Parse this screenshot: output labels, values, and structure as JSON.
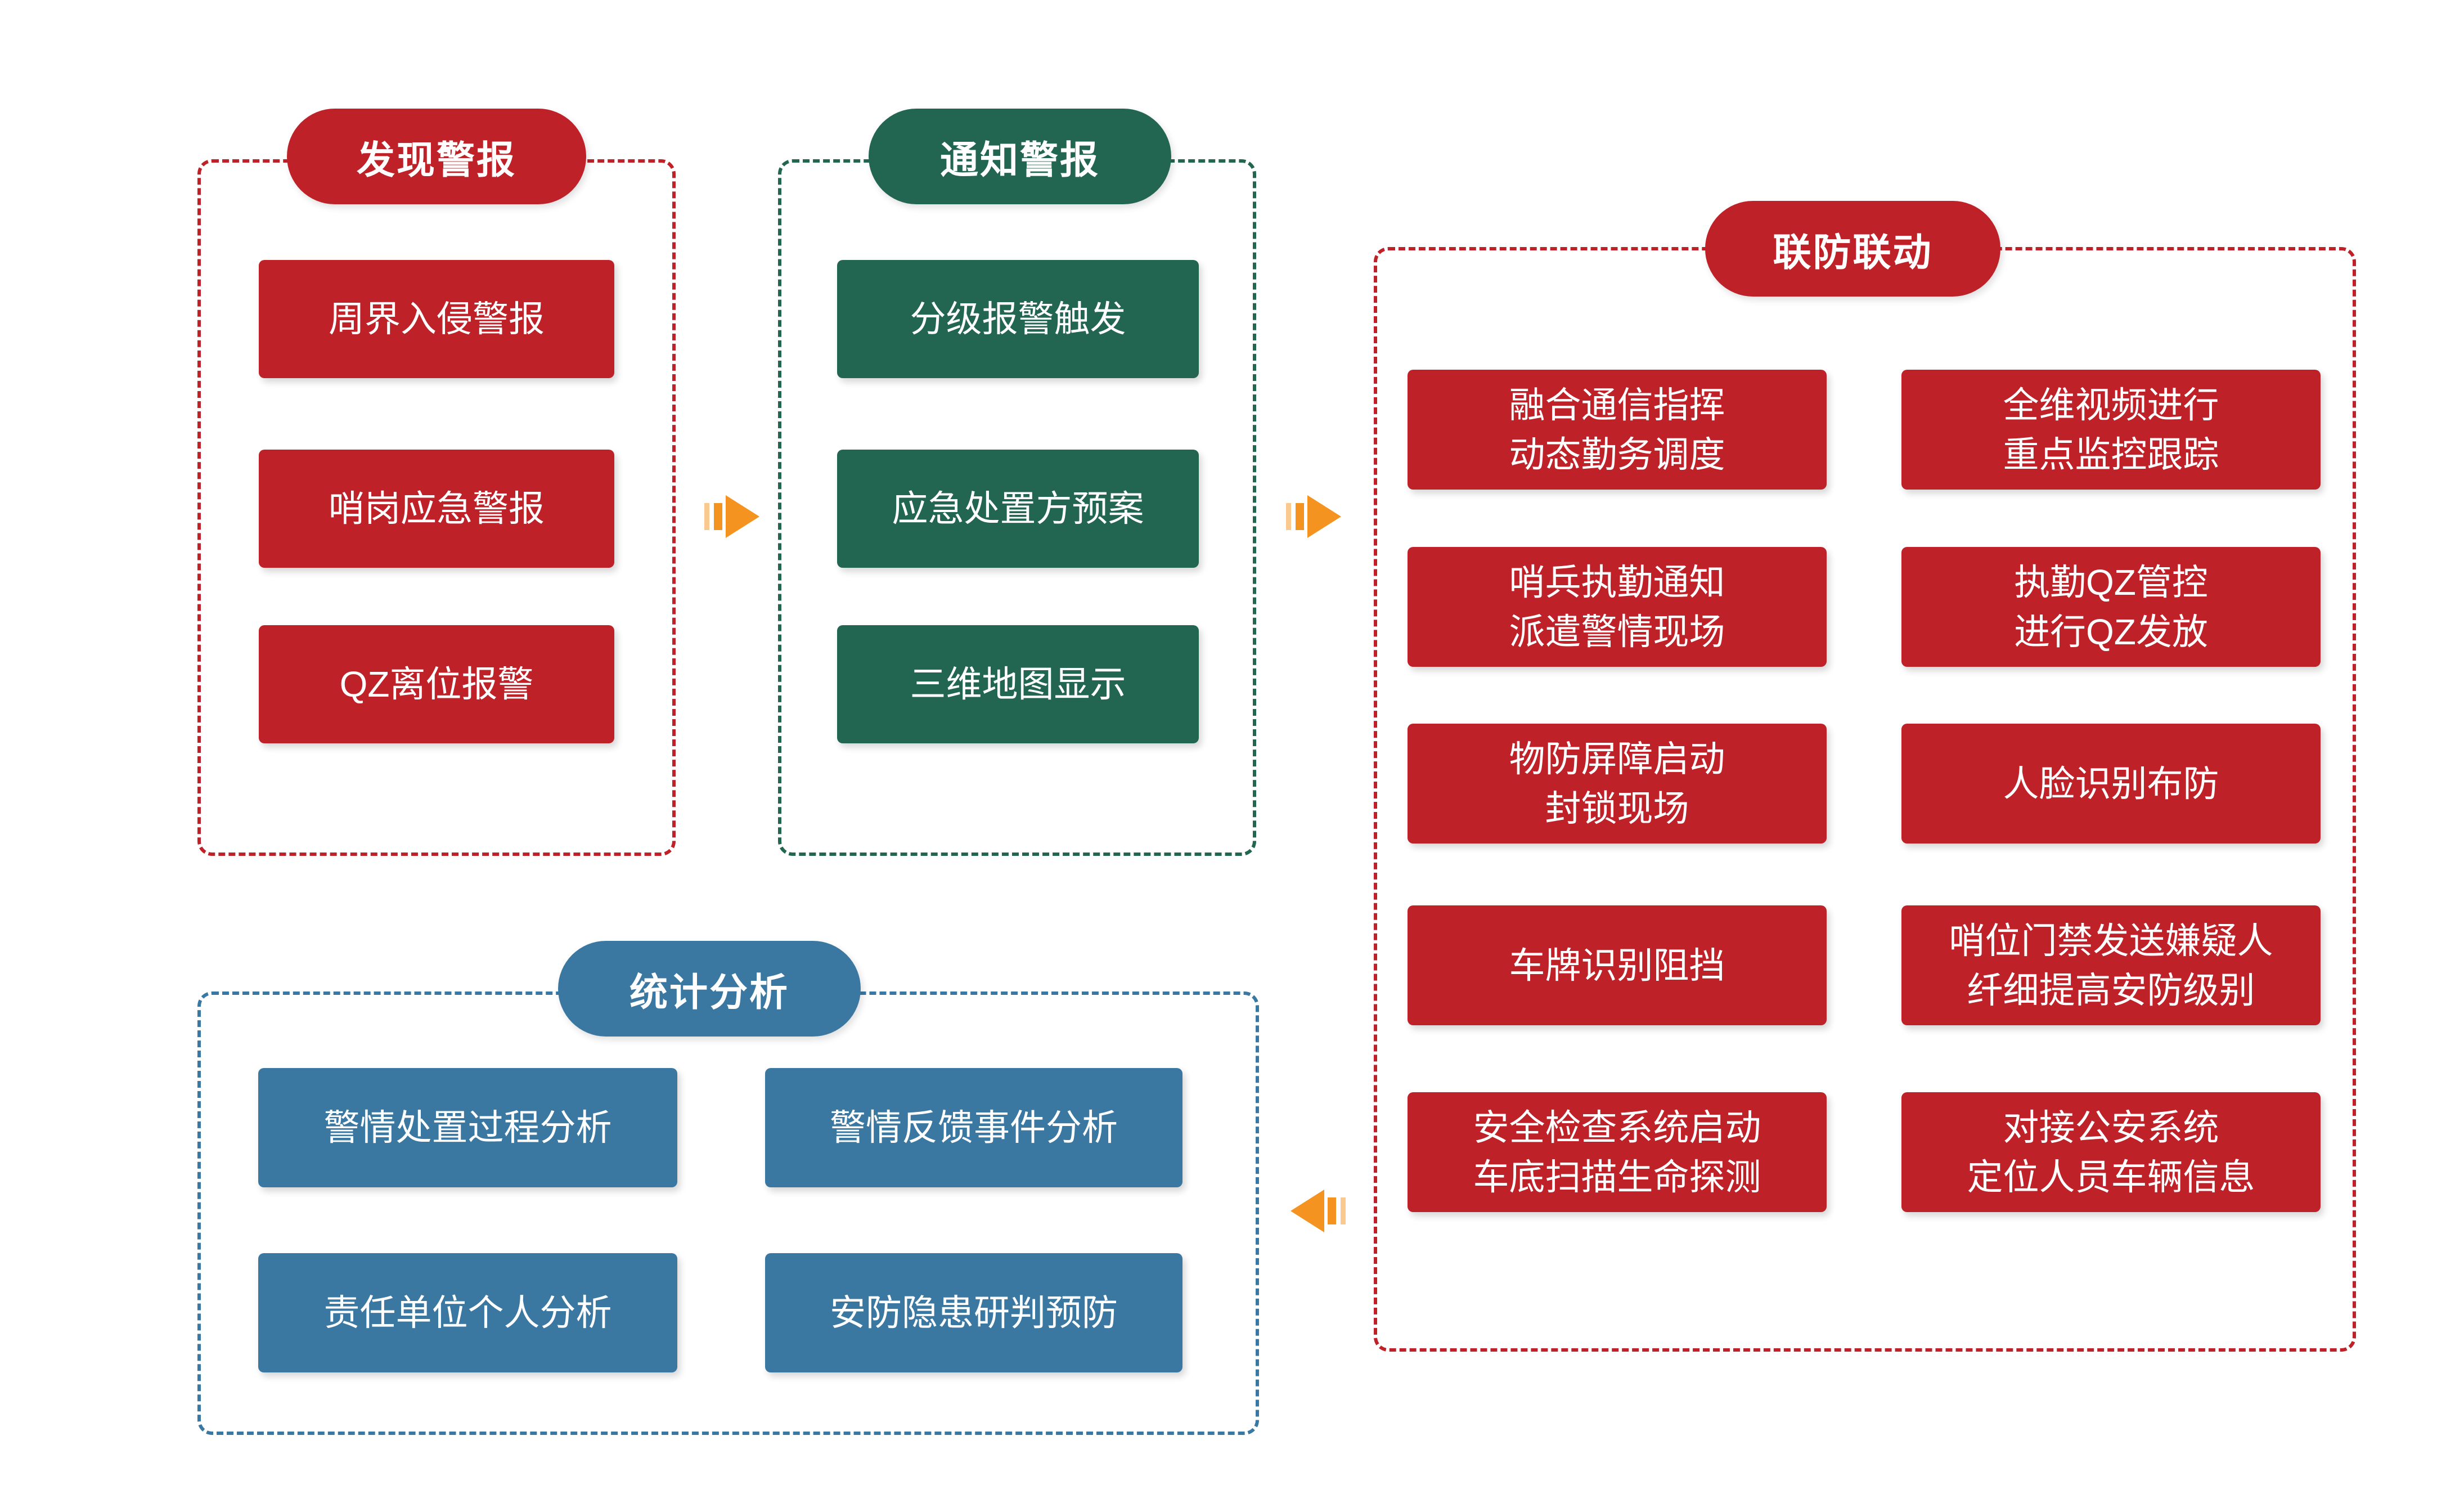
{
  "colors": {
    "red": "#BE2128",
    "green": "#226652",
    "blue": "#3A78A2",
    "orange": "#F59320",
    "background": "#FFFFFF"
  },
  "sections": {
    "discover": {
      "title": "发现警报",
      "items": [
        {
          "lines": [
            "周界入侵警报"
          ]
        },
        {
          "lines": [
            "哨岗应急警报"
          ]
        },
        {
          "lines": [
            "QZ离位报警"
          ]
        }
      ]
    },
    "notify": {
      "title": "通知警报",
      "items": [
        {
          "lines": [
            "分级报警触发"
          ]
        },
        {
          "lines": [
            "应急处置方预案"
          ]
        },
        {
          "lines": [
            "三维地图显示"
          ]
        }
      ]
    },
    "joint": {
      "title": "联防联动",
      "left_items": [
        {
          "lines": [
            "融合通信指挥",
            "动态勤务调度"
          ]
        },
        {
          "lines": [
            "哨兵执勤通知",
            "派遣警情现场"
          ]
        },
        {
          "lines": [
            "物防屏障启动",
            "封锁现场"
          ]
        },
        {
          "lines": [
            "车牌识别阻挡"
          ]
        },
        {
          "lines": [
            "安全检查系统启动",
            "车底扫描生命探测"
          ]
        }
      ],
      "right_items": [
        {
          "lines": [
            "全维视频进行",
            "重点监控跟踪"
          ]
        },
        {
          "lines": [
            "执勤QZ管控",
            "进行QZ发放"
          ]
        },
        {
          "lines": [
            "人脸识别布防"
          ]
        },
        {
          "lines": [
            "哨位门禁发送嫌疑人",
            "纤细提高安防级别"
          ]
        },
        {
          "lines": [
            "对接公安系统",
            "定位人员车辆信息"
          ]
        }
      ]
    },
    "stats": {
      "title": "统计分析",
      "items": [
        {
          "lines": [
            "警情处置过程分析"
          ]
        },
        {
          "lines": [
            "警情反馈事件分析"
          ]
        },
        {
          "lines": [
            "责任单位个人分析"
          ]
        },
        {
          "lines": [
            "安防隐患研判预防"
          ]
        }
      ]
    }
  },
  "arrows": [
    {
      "name": "discover-to-notify",
      "direction": "right"
    },
    {
      "name": "notify-to-joint",
      "direction": "right"
    },
    {
      "name": "joint-to-stats",
      "direction": "left"
    }
  ]
}
